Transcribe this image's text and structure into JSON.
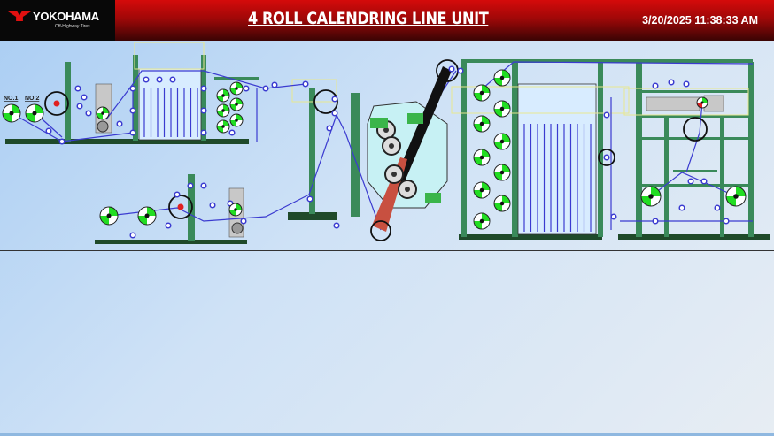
{
  "header": {
    "logo": {
      "brand": "YOKOHAMA",
      "tagline": "Off-Highway Tires"
    },
    "title": "4 ROLL CALENDRING LINE UNIT",
    "datetime": "3/20/2025 11:38:33 AM"
  },
  "diagram": {
    "unwind_labels": [
      "NO.1",
      "NO.2"
    ]
  },
  "colors": {
    "header_red": "#c00808",
    "frame_green": "#3a8a5a",
    "base_dark_green": "#1f4a2a",
    "roller_blue": "#3b3bd0",
    "reel_green": "#22dd22"
  }
}
